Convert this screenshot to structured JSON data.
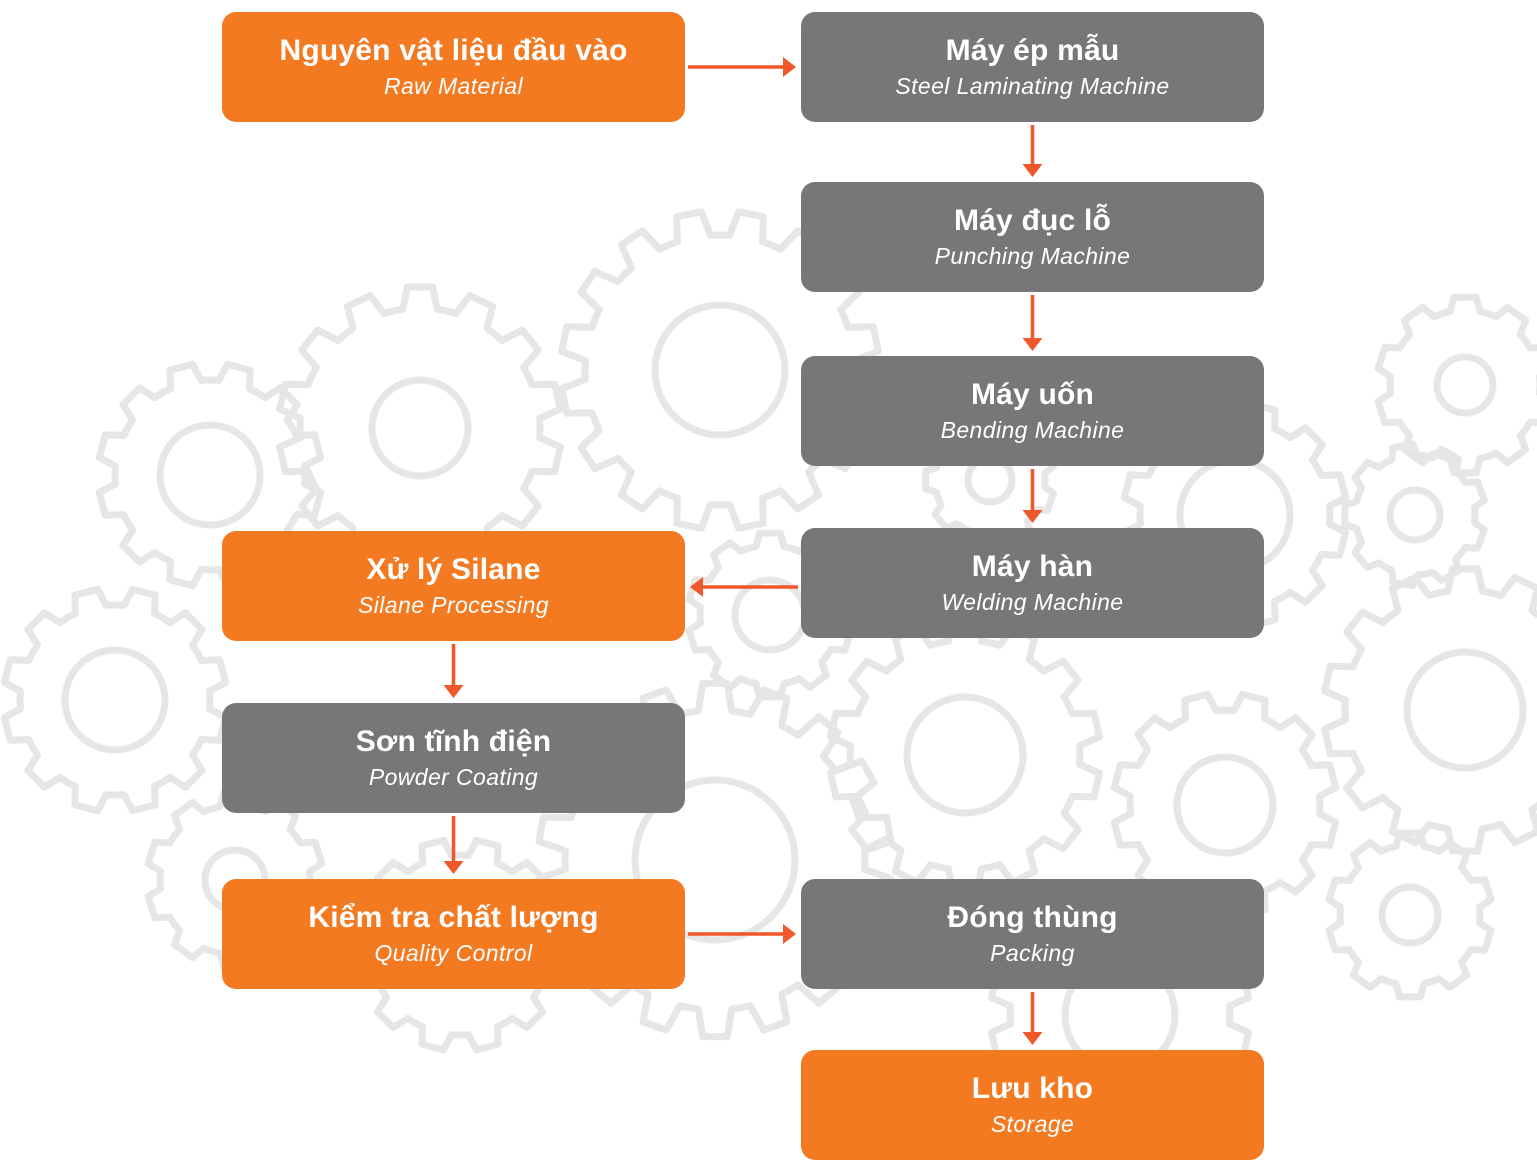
{
  "colors": {
    "step_orange": "#f37a21",
    "step_gray": "#77777a",
    "arrow": "#f0572a",
    "gear_outline": "#e6e6e6"
  },
  "background": {
    "decoration": "gear-outlines"
  },
  "steps": [
    {
      "title": "Nguyên vật liệu đầu vào",
      "subtitle": "Raw Material",
      "color": "orange"
    },
    {
      "title": "Máy ép mẫu",
      "subtitle": "Steel Laminating Machine",
      "color": "gray"
    },
    {
      "title": "Máy đục lỗ",
      "subtitle": "Punching Machine",
      "color": "gray"
    },
    {
      "title": "Máy uốn",
      "subtitle": "Bending Machine",
      "color": "gray"
    },
    {
      "title": "Máy hàn",
      "subtitle": "Welding Machine",
      "color": "gray"
    },
    {
      "title": "Xử lý Silane",
      "subtitle": "Silane Processing",
      "color": "orange"
    },
    {
      "title": "Sơn tĩnh điện",
      "subtitle": "Powder Coating",
      "color": "gray"
    },
    {
      "title": "Kiểm tra chất lượng",
      "subtitle": "Quality Control",
      "color": "orange"
    },
    {
      "title": "Đóng thùng",
      "subtitle": "Packing",
      "color": "gray"
    },
    {
      "title": "Lưu kho",
      "subtitle": "Storage",
      "color": "orange"
    }
  ],
  "flow": [
    {
      "from": 0,
      "to": 1
    },
    {
      "from": 1,
      "to": 2
    },
    {
      "from": 2,
      "to": 3
    },
    {
      "from": 3,
      "to": 4
    },
    {
      "from": 4,
      "to": 5
    },
    {
      "from": 5,
      "to": 6
    },
    {
      "from": 6,
      "to": 7
    },
    {
      "from": 7,
      "to": 8
    },
    {
      "from": 8,
      "to": 9
    }
  ]
}
